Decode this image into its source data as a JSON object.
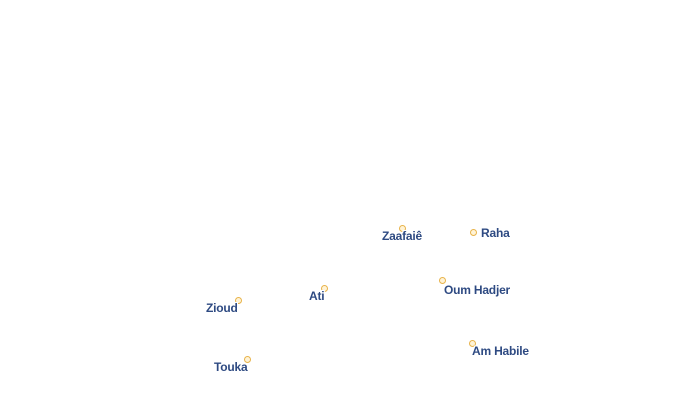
{
  "map": {
    "background_color": "#ffffff",
    "marker_fill": "#fff3d6",
    "marker_stroke": "#e8b34a",
    "label_color": "#2e4a82",
    "places": [
      {
        "name": "Zaafaiê"
      },
      {
        "name": "Raha"
      },
      {
        "name": "Oum Hadjer"
      },
      {
        "name": "Ati"
      },
      {
        "name": "Zioud"
      },
      {
        "name": "Touka"
      },
      {
        "name": "Am Habile"
      }
    ]
  }
}
